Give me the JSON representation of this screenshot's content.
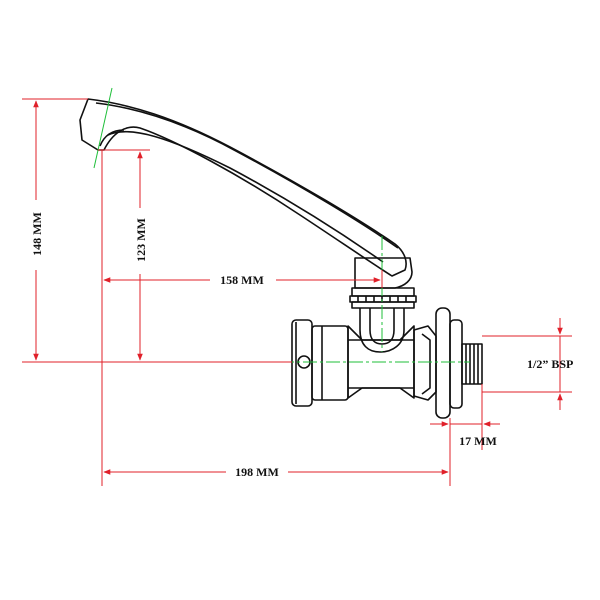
{
  "dimensions": {
    "overall_height": "148 MM",
    "spout_height": "123 MM",
    "spout_reach": "158 MM",
    "total_length": "198 MM",
    "thread_length": "17 MM",
    "thread_size": "1/2” BSP"
  },
  "colors": {
    "dimension_line": "#e0202a",
    "center_line": "#1fbf3a",
    "outline": "#111111"
  }
}
